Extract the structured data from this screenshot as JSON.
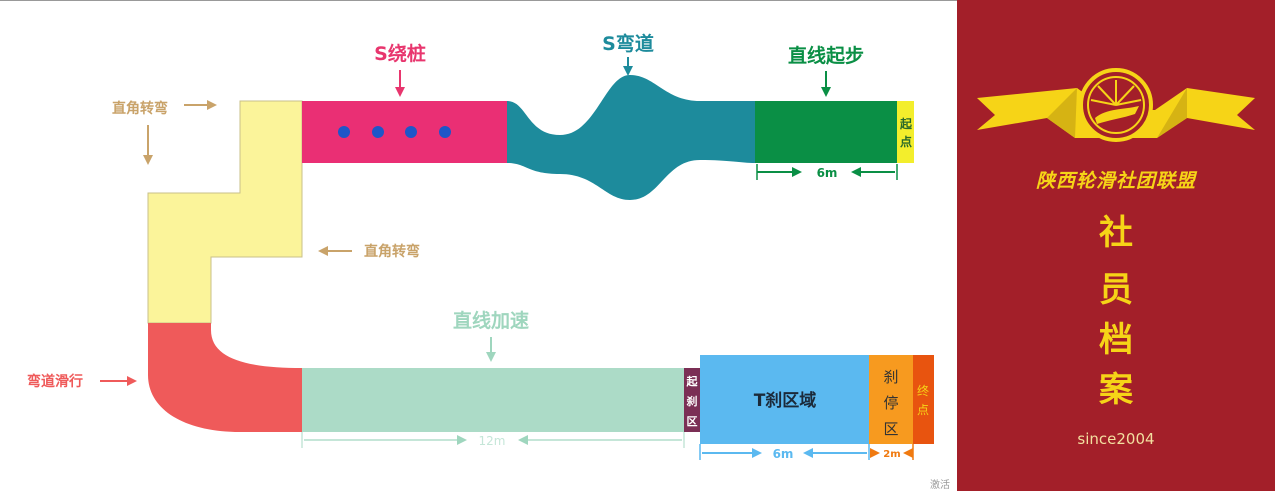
{
  "labels": {
    "s_slalom": "S绕桩",
    "s_curve": "S弯道",
    "straight_start": "直线起步",
    "right_turn_1": "直角转弯",
    "right_turn_2": "直角转弯",
    "start_point": "起点",
    "len_6m_top": "6m",
    "accel": "直线加速",
    "curve_glide": "弯道滑行",
    "brake_start": "起刹区",
    "t_brake_zone": "T刹区域",
    "stop_zone": "刹停区",
    "finish": "终点",
    "len_12m": "12m",
    "len_6m_bottom": "6m",
    "len_2m": "2m",
    "watermark": "激活"
  },
  "panel": {
    "club_name": "陕西轮滑社团联盟",
    "title_chars": [
      "社",
      "员",
      "档",
      "案"
    ],
    "since": "since2004"
  },
  "colors": {
    "yellow_block": "#fbf49a",
    "pink": "#ea2f74",
    "teal": "#1d8b9c",
    "green": "#0a8f45",
    "start_yellow": "#f3ee2c",
    "coral": "#ef5a5a",
    "mint": "#acdbc7",
    "purple": "#7b2f55",
    "blue": "#5bb9f0",
    "orange": "#f79a1f",
    "red_orange": "#e8540f",
    "panel_bg": "#a31f29",
    "gold": "#f6d417"
  }
}
